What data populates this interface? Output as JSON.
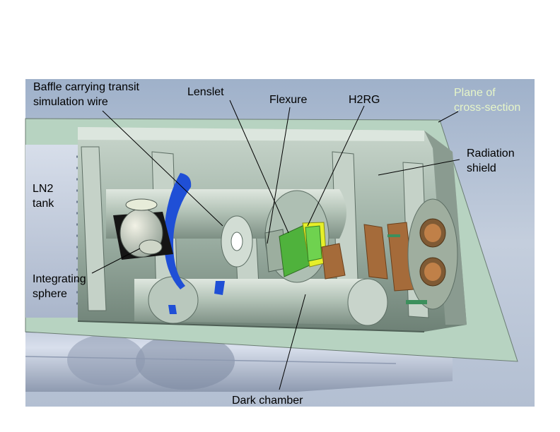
{
  "labels": {
    "baffle": [
      "Baffle carrying transit",
      "simulation wire"
    ],
    "lenslet": "Lenslet",
    "flexure": "Flexure",
    "h2rg": "H2RG",
    "plane": [
      "Plane of",
      "cross-section"
    ],
    "radiation_shield": [
      "Radiation",
      "shield"
    ],
    "ln2_tank": [
      "LN2",
      "tank"
    ],
    "integrating_sphere": [
      "Integrating",
      "sphere"
    ],
    "dark_chamber": "Dark chamber"
  },
  "colors": {
    "background": "#b9c4d6",
    "plane": "#b8d4c2",
    "metal": "#a7b8ae",
    "metal_dark": "#6f8077",
    "blue_seal": "#1f4fd6",
    "detector_green": "#5fc34a",
    "detector_yellow": "#e8f02a",
    "copper": "#a56b3a"
  }
}
